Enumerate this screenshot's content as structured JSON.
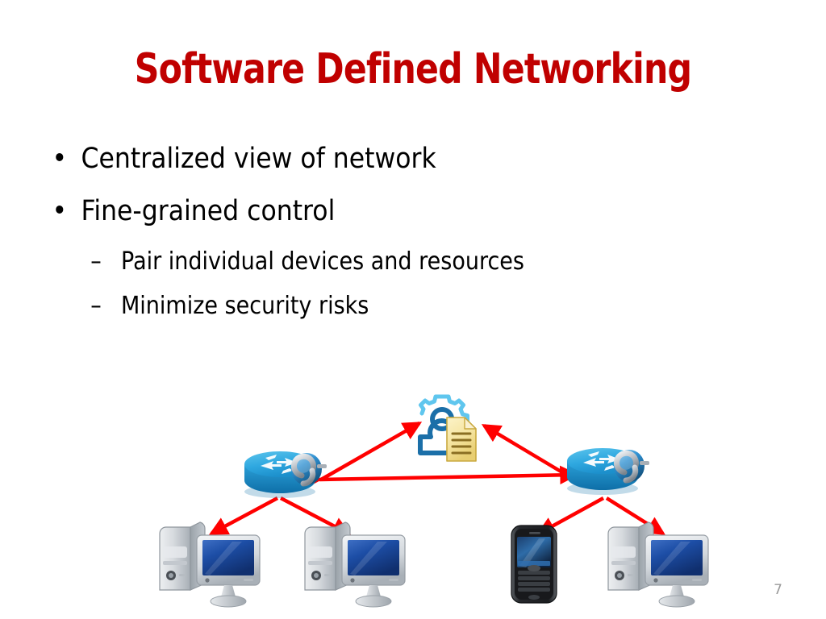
{
  "slide": {
    "title": "Software Defined Networking",
    "title_color": "#C00000",
    "background_color": "#FFFFFF",
    "number": "7"
  },
  "bullets": [
    {
      "level": 1,
      "marker": "•",
      "text": "Centralized view of network"
    },
    {
      "level": 1,
      "marker": "•",
      "text": "Fine-grained control"
    },
    {
      "level": 2,
      "marker": "–",
      "text": "Pair individual devices and resources"
    },
    {
      "level": 2,
      "marker": "–",
      "text": "Minimize security risks"
    }
  ],
  "diagram": {
    "arrow_color": "#FF0000",
    "nodes": [
      {
        "id": "controller",
        "icon": "sdn-controller-icon",
        "label": ""
      },
      {
        "id": "router-left",
        "icon": "router-icon",
        "label": ""
      },
      {
        "id": "router-right",
        "icon": "router-icon",
        "label": ""
      },
      {
        "id": "pc-1",
        "icon": "desktop-computer-icon",
        "label": ""
      },
      {
        "id": "pc-2",
        "icon": "desktop-computer-icon",
        "label": ""
      },
      {
        "id": "phone-1",
        "icon": "mobile-phone-icon",
        "label": ""
      },
      {
        "id": "pc-3",
        "icon": "desktop-computer-icon",
        "label": ""
      }
    ],
    "links": [
      {
        "from": "router-left",
        "to": "controller",
        "style": "single-arrow"
      },
      {
        "from": "router-right",
        "to": "controller",
        "style": "single-arrow"
      },
      {
        "from": "router-left",
        "to": "router-right",
        "style": "double-arrow"
      },
      {
        "from": "router-left",
        "to": "pc-1",
        "style": "single-arrow"
      },
      {
        "from": "router-left",
        "to": "pc-2",
        "style": "single-arrow"
      },
      {
        "from": "router-right",
        "to": "phone-1",
        "style": "single-arrow"
      },
      {
        "from": "router-right",
        "to": "pc-3",
        "style": "single-arrow"
      }
    ],
    "colors": {
      "router_top": "#35AEE4",
      "router_side": "#1787C4",
      "controller_person": "#1B6FA8",
      "controller_gear": "#5FC6EE",
      "document_fill": "#F6E6A8",
      "screen_blue": "#1B4FA0",
      "case_gray": "#C9CDD2",
      "phone_body": "#2A2A2E"
    }
  }
}
